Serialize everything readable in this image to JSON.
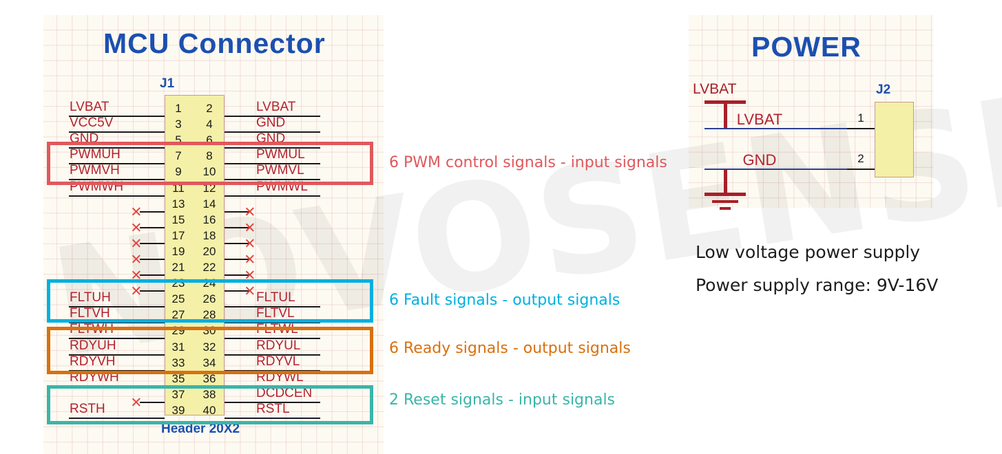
{
  "watermark": {
    "text": "NOVOSENSE"
  },
  "colors": {
    "title_blue": "#1c4fb0",
    "net_red": "#b3232d",
    "body_yellow": "#f4f0a8",
    "body_border": "#c99a8e",
    "box_red": "#e0585c",
    "box_cyan": "#00b0e0",
    "box_orange": "#d9700d",
    "box_teal": "#3ab5a9",
    "wire_black": "#1a1a1a",
    "net_blue": "#2b3f8f",
    "sheet_bg": "#fdfaf2"
  },
  "mcu": {
    "title": "MCU   Connector",
    "refdes": "J1",
    "footprint": "Header 20X2",
    "rows": [
      {
        "left": "LVBAT",
        "odd": "1",
        "even": "2",
        "right": "LVBAT",
        "left_nc": false,
        "right_nc": false
      },
      {
        "left": "VCC5V",
        "odd": "3",
        "even": "4",
        "right": "GND",
        "left_nc": false,
        "right_nc": false
      },
      {
        "left": "GND",
        "odd": "5",
        "even": "6",
        "right": "GND",
        "left_nc": false,
        "right_nc": false
      },
      {
        "left": "PWMUH",
        "odd": "7",
        "even": "8",
        "right": "PWMUL",
        "left_nc": false,
        "right_nc": false
      },
      {
        "left": "PWMVH",
        "odd": "9",
        "even": "10",
        "right": "PWMVL",
        "left_nc": false,
        "right_nc": false
      },
      {
        "left": "PWMWH",
        "odd": "11",
        "even": "12",
        "right": "PWMWL",
        "left_nc": false,
        "right_nc": false
      },
      {
        "left": "",
        "odd": "13",
        "even": "14",
        "right": "",
        "left_nc": true,
        "right_nc": true
      },
      {
        "left": "",
        "odd": "15",
        "even": "16",
        "right": "",
        "left_nc": true,
        "right_nc": true
      },
      {
        "left": "",
        "odd": "17",
        "even": "18",
        "right": "",
        "left_nc": true,
        "right_nc": true
      },
      {
        "left": "",
        "odd": "19",
        "even": "20",
        "right": "",
        "left_nc": true,
        "right_nc": true
      },
      {
        "left": "",
        "odd": "21",
        "even": "22",
        "right": "",
        "left_nc": true,
        "right_nc": true
      },
      {
        "left": "",
        "odd": "23",
        "even": "24",
        "right": "",
        "left_nc": true,
        "right_nc": true
      },
      {
        "left": "FLTUH",
        "odd": "25",
        "even": "26",
        "right": "FLTUL",
        "left_nc": false,
        "right_nc": false
      },
      {
        "left": "FLTVH",
        "odd": "27",
        "even": "28",
        "right": "FLTVL",
        "left_nc": false,
        "right_nc": false
      },
      {
        "left": "FLTWH",
        "odd": "29",
        "even": "30",
        "right": "FLTWL",
        "left_nc": false,
        "right_nc": false
      },
      {
        "left": "RDYUH",
        "odd": "31",
        "even": "32",
        "right": "RDYUL",
        "left_nc": false,
        "right_nc": false
      },
      {
        "left": "RDYVH",
        "odd": "33",
        "even": "34",
        "right": "RDYVL",
        "left_nc": false,
        "right_nc": false
      },
      {
        "left": "RDYWH",
        "odd": "35",
        "even": "36",
        "right": "RDYWL",
        "left_nc": false,
        "right_nc": false
      },
      {
        "left": "",
        "odd": "37",
        "even": "38",
        "right": "DCDCEN",
        "left_nc": true,
        "right_nc": false
      },
      {
        "left": "RSTH",
        "odd": "39",
        "even": "40",
        "right": "RSTL",
        "left_nc": false,
        "right_nc": false
      }
    ]
  },
  "annotations": [
    {
      "id": "pwm",
      "label": "6 PWM control signals - input signals",
      "color": "#e0585c"
    },
    {
      "id": "fault",
      "label": "6 Fault signals - output signals",
      "color": "#00b0e0"
    },
    {
      "id": "ready",
      "label": "6 Ready signals - output signals",
      "color": "#d9700d"
    },
    {
      "id": "reset",
      "label": "2 Reset signals - input signals",
      "color": "#3ab5a9"
    }
  ],
  "power": {
    "title": "POWER",
    "refdes": "J2",
    "symbol_label": "LVBAT",
    "rows": [
      {
        "net": "LVBAT",
        "pin": "1"
      },
      {
        "net": "GND",
        "pin": "2"
      }
    ],
    "notes": [
      "Low voltage power supply",
      "Power supply range: 9V-16V"
    ]
  }
}
